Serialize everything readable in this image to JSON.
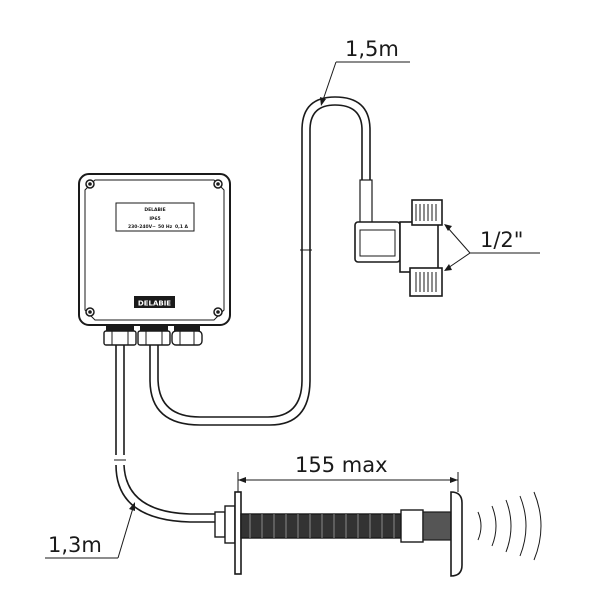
{
  "labels": {
    "cable_valve_length": "1,5m",
    "valve_thread": "1/2\"",
    "sensor_length": "155 max",
    "cable_sensor_length": "1,3m"
  },
  "control_box": {
    "brand": "DELABIE",
    "ratings": [
      "230-240V~",
      "50 Hz",
      "0,1 A"
    ],
    "protection": "IP65",
    "nameplate": "DELABIE"
  }
}
